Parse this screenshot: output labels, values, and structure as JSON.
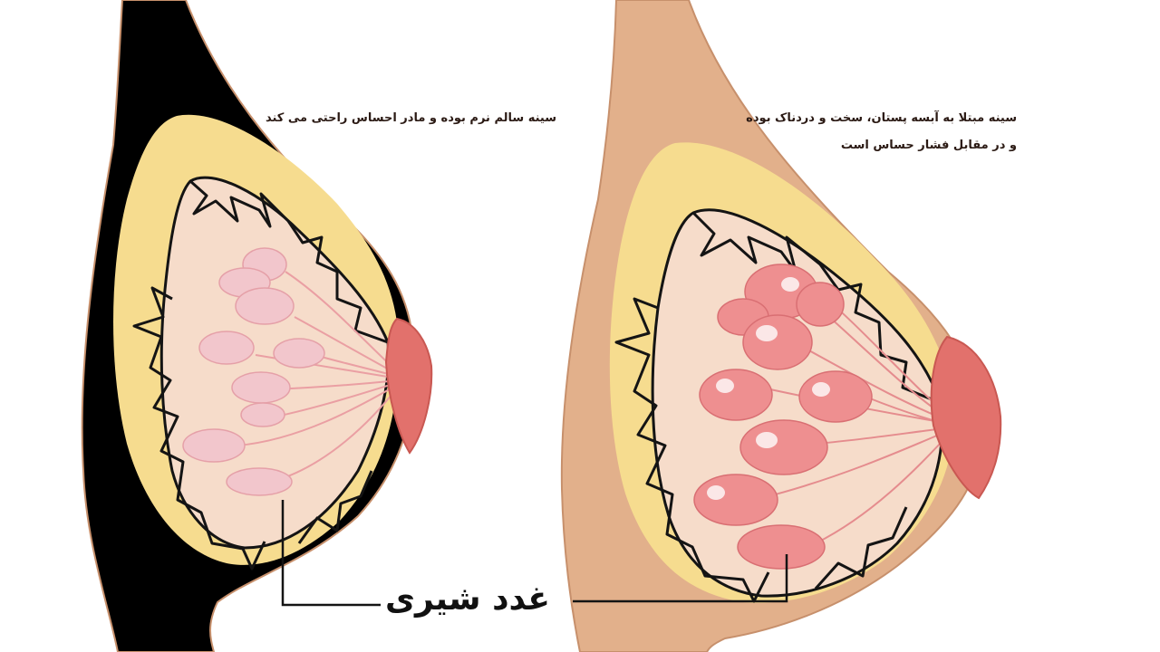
{
  "colors": {
    "skin": "#e2b08b",
    "skin_outline": "#c7906c",
    "fat": "#f6dc8f",
    "tissue": "#f6dcca",
    "lobule_healthy": "#f2c6cc",
    "lobule_engorged": "#ee8f90",
    "nipple": "#e2716c",
    "outline": "#141414"
  },
  "captions": {
    "healthy": "سینه سالم نرم بوده و مادر احساس راحتی می کند",
    "engorged_line1": "سینه مبتلا به آبسه پستان، سخت و دردناک بوده",
    "engorged_line2": "و در مقابل فشار حساس است"
  },
  "callout": {
    "label": "غدد شیری"
  }
}
